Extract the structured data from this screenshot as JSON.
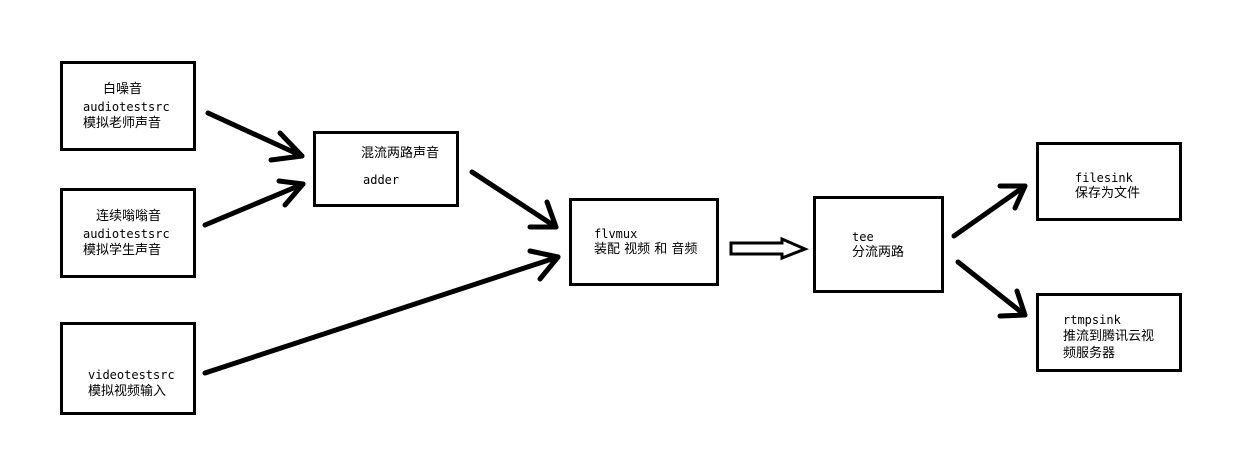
{
  "nodes": {
    "white_noise": {
      "title": "白噪音",
      "element": "audiotestsrc",
      "desc": "模拟老师声音"
    },
    "beep": {
      "title": "连续嗡嗡音",
      "element": "audiotestsrc",
      "desc": "模拟学生声音"
    },
    "video": {
      "element": "videotestsrc",
      "desc": "模拟视频输入"
    },
    "adder": {
      "title": "混流两路声音",
      "element": "adder"
    },
    "flvmux": {
      "element": "flvmux",
      "desc": "装配 视频 和 音频"
    },
    "tee": {
      "element": "tee",
      "desc": "分流两路"
    },
    "filesink": {
      "element": "filesink",
      "desc": "保存为文件"
    },
    "rtmpsink": {
      "element": "rtmpsink",
      "desc_line1": "推流到腾讯云视",
      "desc_line2": "频服务器"
    }
  },
  "colors": {
    "stroke": "#000000",
    "background": "#ffffff"
  }
}
